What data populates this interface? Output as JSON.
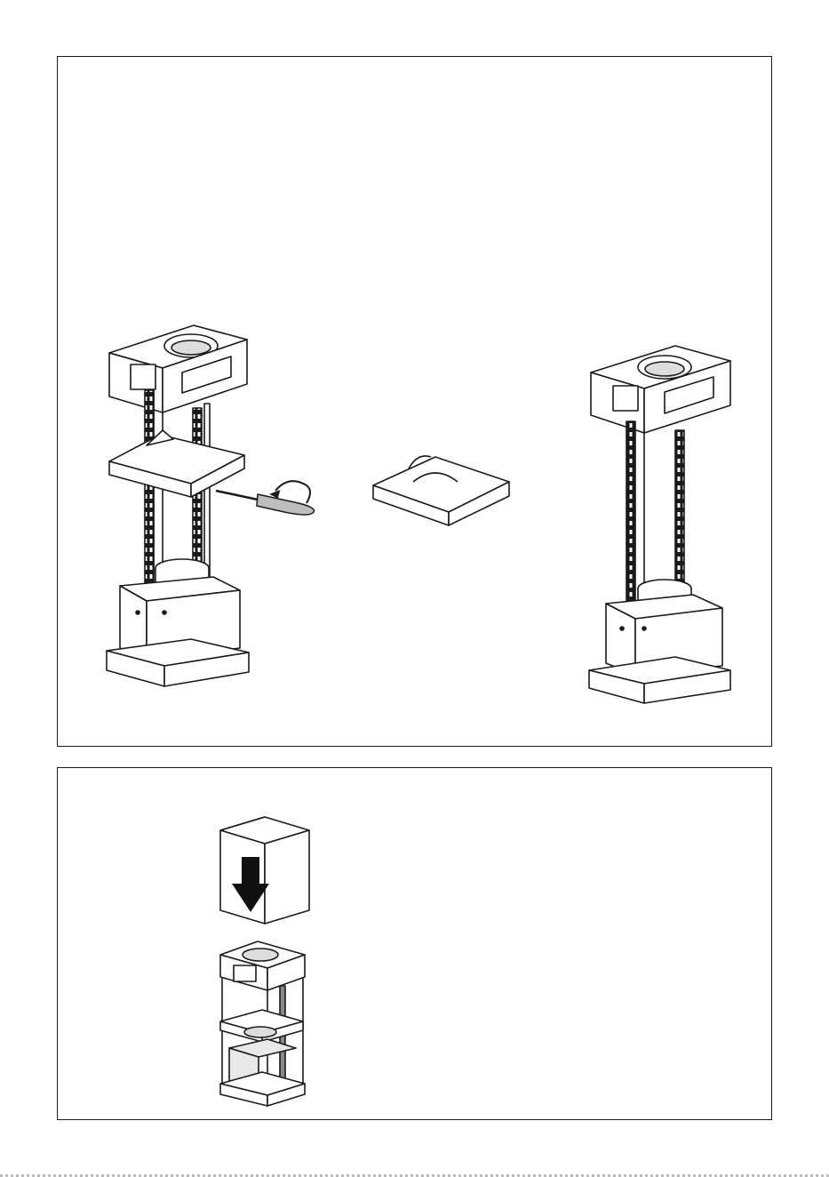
{
  "document": {
    "type": "assembly-instructions-page",
    "language": "none",
    "panels": [
      {
        "id": "step-remove-tray",
        "illustrations": [
          "tower-frame-with-tray",
          "screwdriver-icon",
          "removed-tray",
          "tower-frame-without-tray"
        ],
        "action": "unscrew"
      },
      {
        "id": "step-fit-cover",
        "illustrations": [
          "chimney-cover",
          "down-arrow-icon",
          "compact-frame"
        ],
        "action": "slide-down"
      }
    ]
  },
  "colors": {
    "line": "#1a1a1a",
    "fill": "#ffffff",
    "shade": "#d9d9d9",
    "arrow": "#111111"
  }
}
